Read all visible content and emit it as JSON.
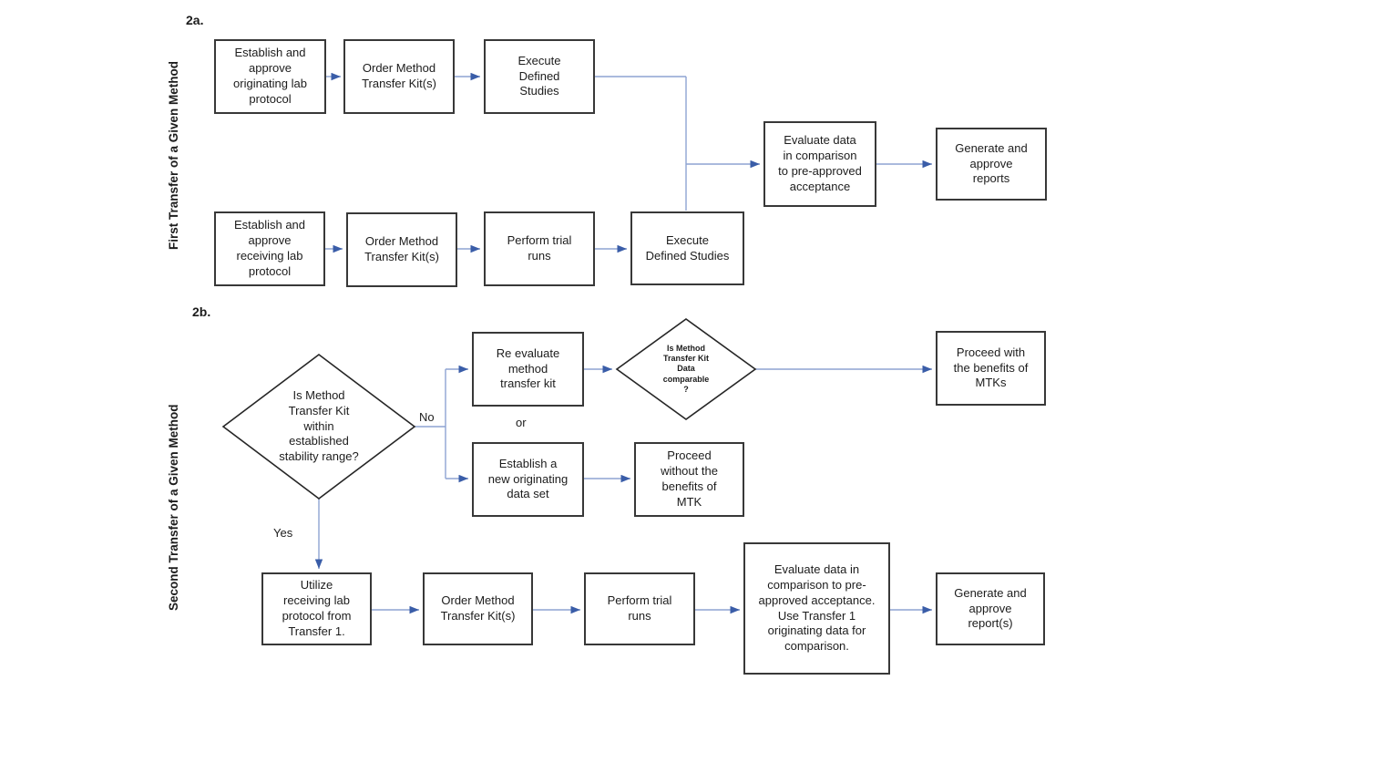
{
  "section_a": {
    "tag": "2a.",
    "side_label": "First Transfer of a Given Method",
    "nodes": {
      "establish_originating": "Establish and approve originating lab protocol",
      "order_kits_top": "Order Method Transfer Kit(s)",
      "execute_studies_top": "Execute Defined Studies",
      "establish_receiving": "Establish and approve receiving lab protocol",
      "order_kits_bottom": "Order Method Transfer Kit(s)",
      "perform_trial_runs": "Perform trial runs",
      "execute_studies_bottom": "Execute Defined Studies",
      "evaluate_data": "Evaluate data in comparison to pre-approved acceptance",
      "generate_reports": "Generate and approve reports"
    }
  },
  "section_b": {
    "tag": "2b.",
    "side_label": "Second Transfer of a Given Method",
    "nodes": {
      "stability_question": "Is Method Transfer Kit within established stability range?",
      "reevaluate_kit": "Re evaluate method transfer kit",
      "comparable_question": "Is Method Transfer Kit Data comparable ?",
      "proceed_with_mtk": "Proceed with the benefits of MTKs",
      "establish_new_data": "Establish a new originating data set",
      "proceed_without_mtk": "Proceed without the benefits of MTK",
      "utilize_receiving": "Utilize receiving lab protocol from Transfer 1.",
      "order_kits": "Order Method Transfer Kit(s)",
      "perform_trial_runs": "Perform trial runs",
      "evaluate_data": "Evaluate data in comparison to pre-approved acceptance.  Use Transfer 1 originating data for comparison.",
      "generate_reports": "Generate and approve report(s)"
    },
    "branch_labels": {
      "no": "No",
      "yes": "Yes",
      "or": "or"
    }
  },
  "colors": {
    "connector": "#8ea4d2",
    "arrowhead": "#3a5da8",
    "box_border": "#383838"
  }
}
